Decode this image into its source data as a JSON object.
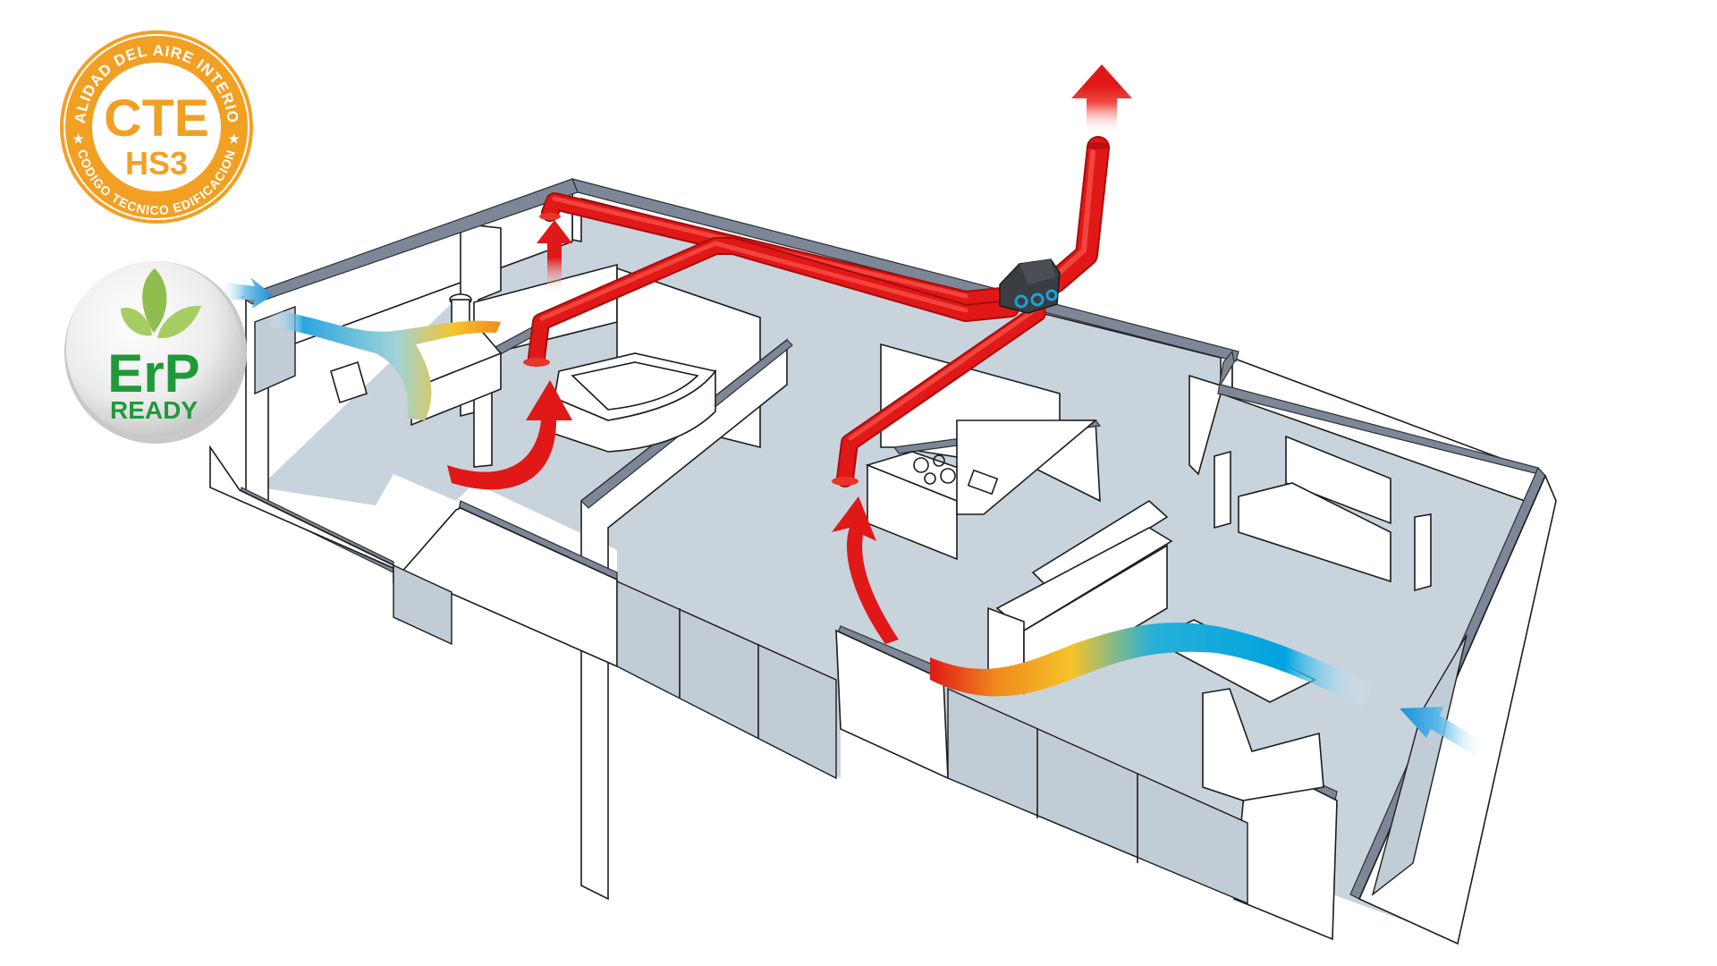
{
  "badges": {
    "cte_seal": {
      "top_arc": "CALIDAD DEL AIRE INTERIOR",
      "bottom_arc": "CODIGO TECNICO EDIFICACION",
      "main": "CTE",
      "sub": "HS3",
      "star": "★",
      "color": "#f2a024"
    },
    "erp_badge": {
      "main": "ErP",
      "sub": "READY",
      "text_color": "#1f9a3a",
      "leaf_color": "#9cc65a"
    }
  },
  "illustration": {
    "colors": {
      "extract_air": "#e01818",
      "supply_air_cold": "#00a3e0",
      "supply_air_warm": "#f5c32a",
      "wall_top": "#7d8797",
      "floor": "#c9d3dc",
      "fan_unit": "#3a3d42",
      "fan_ports": "#1aa3d8"
    },
    "icons": {
      "exhaust_arrow": "arrow-up",
      "extract_arrow": "arrow-curved-up",
      "supply_arrow": "arrow-right"
    }
  }
}
